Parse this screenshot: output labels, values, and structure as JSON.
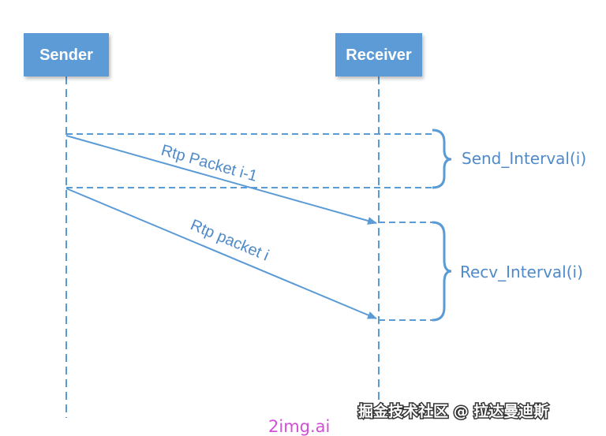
{
  "diagram": {
    "sender_label": "Sender",
    "receiver_label": "Receiver",
    "packet1_label": "Rtp Packet i-1",
    "packet2_label": "Rtp packet i",
    "send_interval_label": "Send_Interval(i)",
    "recv_interval_label": "Recv_Interval(i)"
  },
  "watermarks": {
    "community": "掘金技术社区 @ 拉达曼迪斯",
    "site": "2img.ai"
  },
  "colors": {
    "box_fill": "#5b9bd5",
    "line": "#5b9bd5",
    "text": "#4f8ac9"
  }
}
